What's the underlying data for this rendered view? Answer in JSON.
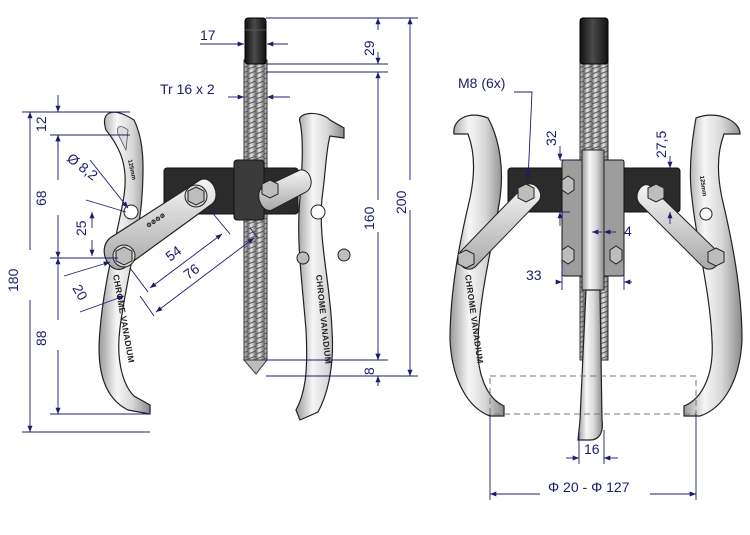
{
  "drawing": {
    "dimensions": {
      "hex_width": "17",
      "nut_height": "29",
      "thread": "Tr 16 x 2",
      "jaw_tip": "12",
      "hole_diameter": "Ø 8,2",
      "upper_arm": "68",
      "total_height": "180",
      "link_offset": "25",
      "link_pitch": "54",
      "link_length": "76",
      "link_width": "20",
      "lower_arm": "88",
      "screw_stroke": "160",
      "screw_total": "200",
      "screw_tip": "8",
      "bolt": "M8 (6x)",
      "plate_height": "32",
      "plate_right": "27,5",
      "gap": "4",
      "hub_width": "33",
      "center_width": "16",
      "range": "Φ 20 - Φ 127"
    },
    "arm_text": "CHROME VANADIUM",
    "size_mark": "125mm",
    "colors": {
      "dimension_line": "#1c1c6e",
      "steel_light": "#f4f4f4",
      "steel_mid": "#c8c8c8",
      "steel_dark": "#8a8a8a",
      "plate": "#2b2b2b",
      "outline": "#1a1a1a"
    }
  }
}
